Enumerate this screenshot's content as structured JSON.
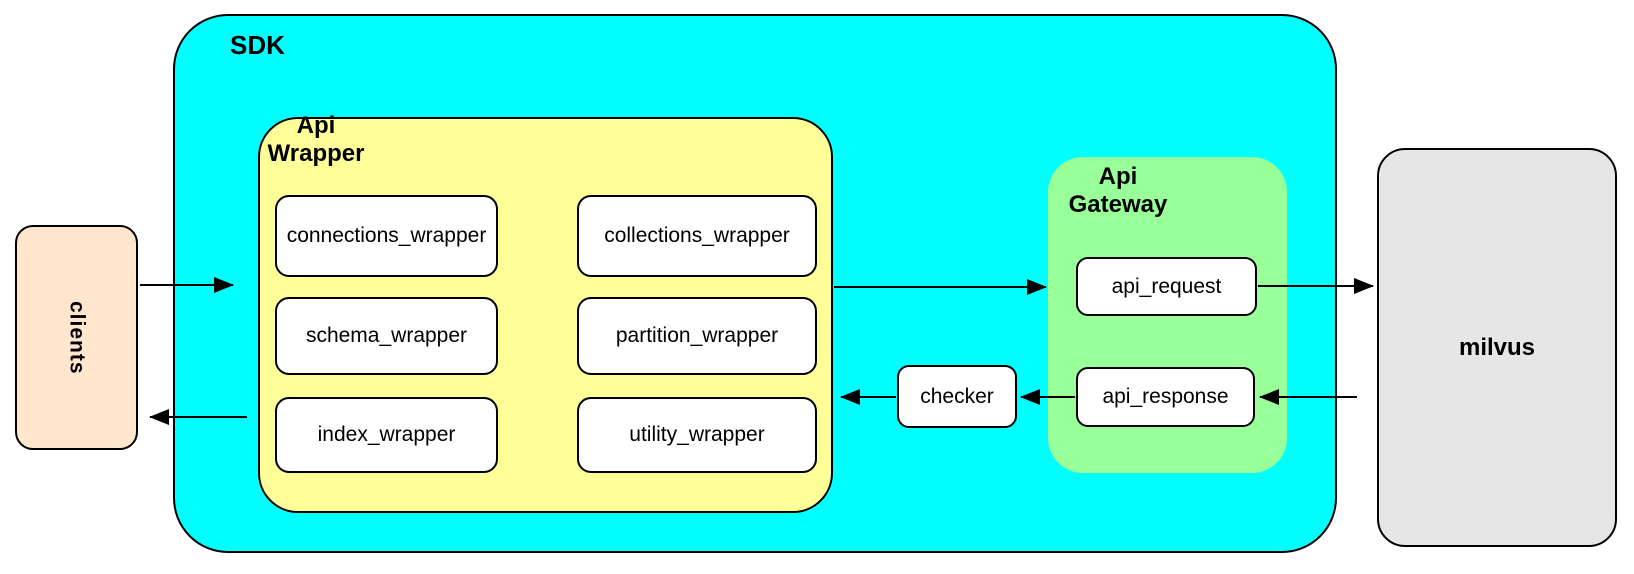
{
  "nodes": {
    "clients": {
      "label": "clients"
    },
    "sdk": {
      "label": "SDK"
    },
    "api_wrapper": {
      "label": "Api Wrapper"
    },
    "api_gateway": {
      "label": "Api Gateway"
    },
    "checker": {
      "label": "checker"
    },
    "milvus": {
      "label": "milvus"
    }
  },
  "api_wrapper_boxes": [
    "connections_wrapper",
    "collections_wrapper",
    "schema_wrapper",
    "partition_wrapper",
    "index_wrapper",
    "utility_wrapper"
  ],
  "api_gateway_boxes": [
    "api_request",
    "api_response"
  ],
  "flows": [
    {
      "from": "clients",
      "to": "SDK"
    },
    {
      "from": "Api Wrapper",
      "to": "Api Gateway"
    },
    {
      "from": "api_request",
      "to": "milvus"
    },
    {
      "from": "milvus",
      "to": "api_response"
    },
    {
      "from": "api_response",
      "to": "checker"
    },
    {
      "from": "checker",
      "to": "Api Wrapper"
    },
    {
      "from": "SDK",
      "to": "clients"
    }
  ],
  "colors": {
    "sdk_fill": "#00ffff",
    "api_wrapper_fill": "#ffff99",
    "api_gateway_fill": "#99ff99",
    "clients_fill": "#ffe6cc",
    "milvus_fill": "#e6e6e6",
    "box_fill": "#ffffff",
    "stroke": "#000000"
  }
}
